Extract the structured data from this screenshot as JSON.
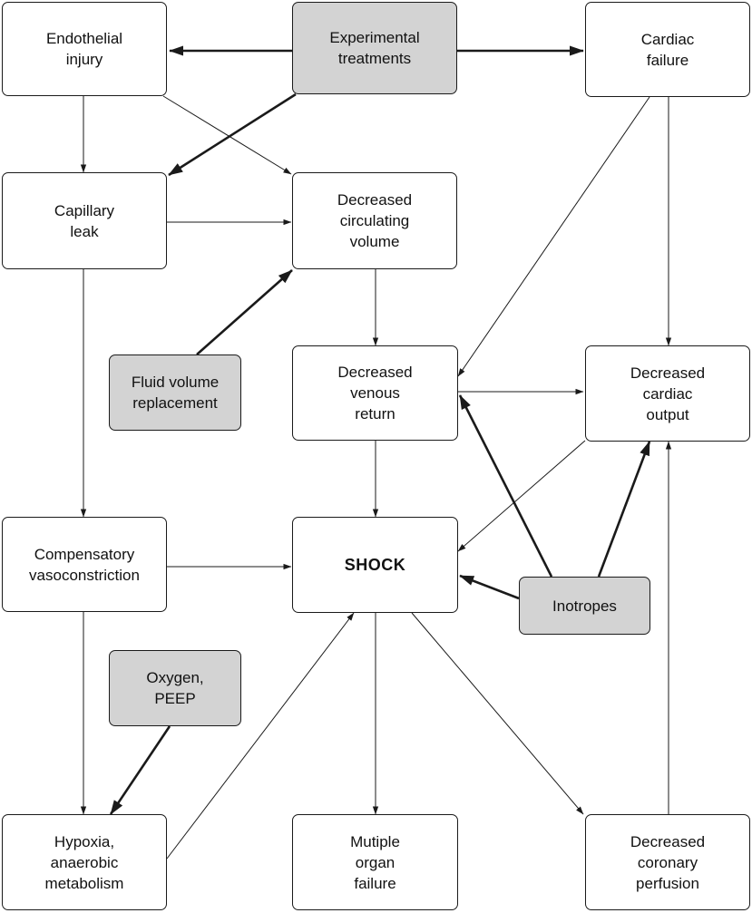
{
  "diagram": {
    "colors": {
      "treatment_fill": "#d3d3d3",
      "box_fill": "#ffffff",
      "line": "#1a1a1a"
    },
    "nodes": {
      "endothelial_injury": "Endothelial\ninjury",
      "experimental_treatments": "Experimental\ntreatments",
      "cardiac_failure": "Cardiac\nfailure",
      "capillary_leak": "Capillary\nleak",
      "decreased_circulating_volume": "Decreased\ncirculating\nvolume",
      "fluid_volume_replacement": "Fluid volume\nreplacement",
      "decreased_venous_return": "Decreased\nvenous\nreturn",
      "decreased_cardiac_output": "Decreased\ncardiac\noutput",
      "compensatory_vasoconstriction": "Compensatory\nvasoconstriction",
      "shock": "SHOCK",
      "inotropes": "Inotropes",
      "oxygen_peep": "Oxygen,\nPEEP",
      "hypoxia": "Hypoxia,\nanaerobic\nmetabolism",
      "multiple_organ_failure": "Mutiple\norgan\nfailure",
      "decreased_coronary_perfusion": "Decreased\ncoronary\nperfusion"
    },
    "edges": [
      {
        "from": "experimental_treatments",
        "to": "endothelial_injury",
        "kind": "treatment"
      },
      {
        "from": "experimental_treatments",
        "to": "cardiac_failure",
        "kind": "treatment"
      },
      {
        "from": "experimental_treatments",
        "to": "capillary_leak",
        "kind": "treatment"
      },
      {
        "from": "endothelial_injury",
        "to": "capillary_leak",
        "kind": "causal"
      },
      {
        "from": "endothelial_injury",
        "to": "decreased_circulating_volume",
        "kind": "causal"
      },
      {
        "from": "capillary_leak",
        "to": "decreased_circulating_volume",
        "kind": "causal"
      },
      {
        "from": "fluid_volume_replacement",
        "to": "decreased_circulating_volume",
        "kind": "treatment"
      },
      {
        "from": "decreased_circulating_volume",
        "to": "decreased_venous_return",
        "kind": "causal"
      },
      {
        "from": "cardiac_failure",
        "to": "decreased_venous_return",
        "kind": "causal"
      },
      {
        "from": "cardiac_failure",
        "to": "decreased_cardiac_output",
        "kind": "causal"
      },
      {
        "from": "decreased_venous_return",
        "to": "decreased_cardiac_output",
        "kind": "causal"
      },
      {
        "from": "capillary_leak",
        "to": "compensatory_vasoconstriction",
        "kind": "causal"
      },
      {
        "from": "decreased_venous_return",
        "to": "shock",
        "kind": "causal"
      },
      {
        "from": "decreased_cardiac_output",
        "to": "shock",
        "kind": "causal"
      },
      {
        "from": "compensatory_vasoconstriction",
        "to": "shock",
        "kind": "causal"
      },
      {
        "from": "inotropes",
        "to": "shock",
        "kind": "treatment"
      },
      {
        "from": "inotropes",
        "to": "decreased_venous_return",
        "kind": "treatment"
      },
      {
        "from": "inotropes",
        "to": "decreased_cardiac_output",
        "kind": "treatment"
      },
      {
        "from": "compensatory_vasoconstriction",
        "to": "hypoxia",
        "kind": "causal"
      },
      {
        "from": "oxygen_peep",
        "to": "hypoxia",
        "kind": "treatment"
      },
      {
        "from": "hypoxia",
        "to": "shock",
        "kind": "causal"
      },
      {
        "from": "shock",
        "to": "multiple_organ_failure",
        "kind": "causal"
      },
      {
        "from": "shock",
        "to": "decreased_coronary_perfusion",
        "kind": "causal"
      },
      {
        "from": "decreased_coronary_perfusion",
        "to": "decreased_cardiac_output",
        "kind": "causal"
      }
    ]
  }
}
